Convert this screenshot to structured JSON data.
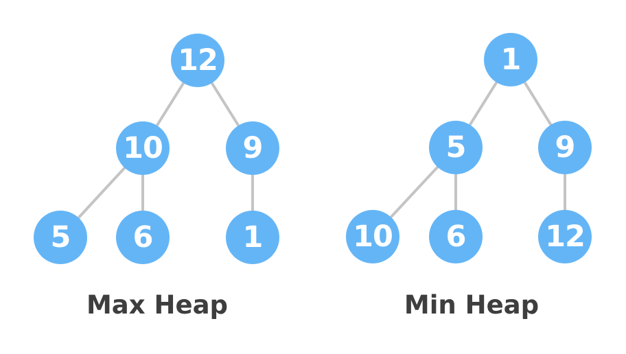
{
  "colors": {
    "node_fill": "#64B5F6",
    "node_text": "#FFFFFF",
    "edge": "#C4C4C4",
    "label_text": "#3E3E3E",
    "background": "#FFFFFF"
  },
  "diagrams": [
    {
      "label": "Max Heap",
      "nodes": [
        {
          "value": "12",
          "level": 1
        },
        {
          "value": "10",
          "level": 2
        },
        {
          "value": "9",
          "level": 2
        },
        {
          "value": "5",
          "level": 3
        },
        {
          "value": "6",
          "level": 3
        },
        {
          "value": "1",
          "level": 3
        }
      ],
      "edges": [
        [
          "12",
          "10"
        ],
        [
          "12",
          "9"
        ],
        [
          "10",
          "5"
        ],
        [
          "10",
          "6"
        ],
        [
          "9",
          "1"
        ]
      ]
    },
    {
      "label": "Min Heap",
      "nodes": [
        {
          "value": "1",
          "level": 1
        },
        {
          "value": "5",
          "level": 2
        },
        {
          "value": "9",
          "level": 2
        },
        {
          "value": "10",
          "level": 3
        },
        {
          "value": "6",
          "level": 3
        },
        {
          "value": "12",
          "level": 3
        }
      ],
      "edges": [
        [
          "1",
          "5"
        ],
        [
          "1",
          "9"
        ],
        [
          "5",
          "10"
        ],
        [
          "5",
          "6"
        ],
        [
          "9",
          "12"
        ]
      ]
    }
  ]
}
